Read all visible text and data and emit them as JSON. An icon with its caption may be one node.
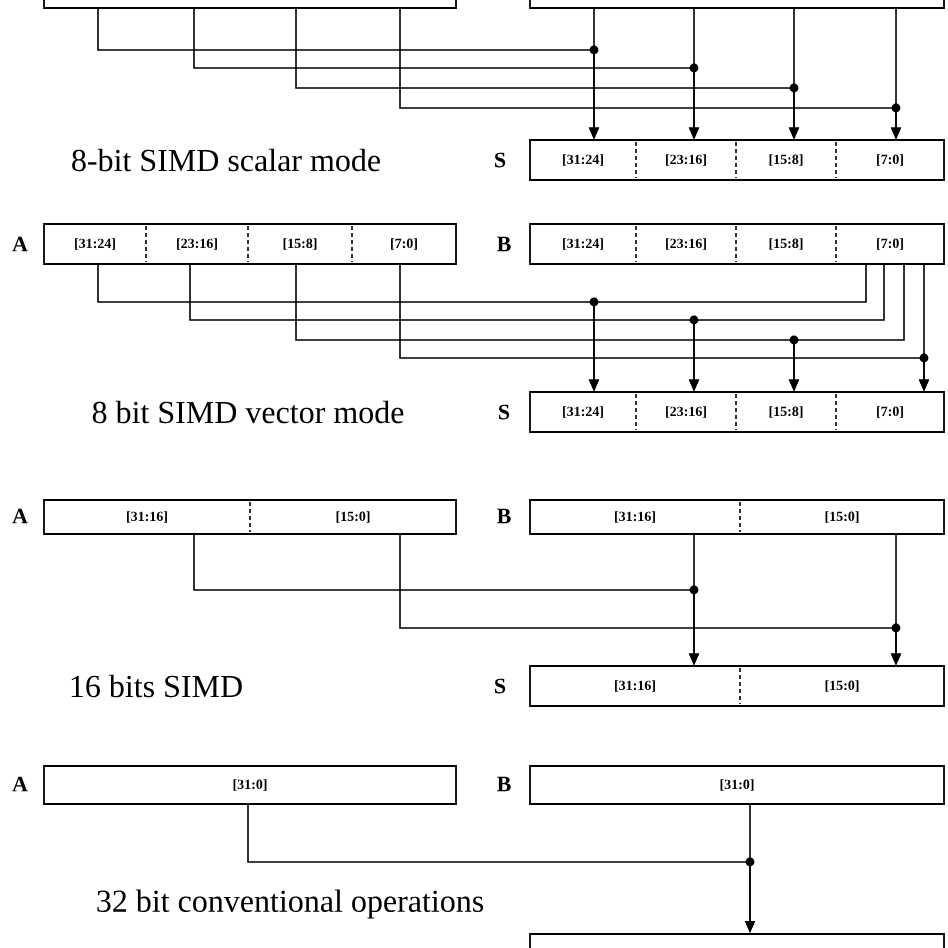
{
  "diagram": {
    "nodes": [
      {
        "text": [],
        "shape": "box"
      },
      {
        "text": [],
        "shape": "box"
      },
      {
        "text": [],
        "shape": "box",
        "beside": [
          "S"
        ]
      },
      {
        "text": [
          "[31:24]"
        ],
        "in": 2
      },
      {
        "text": [
          "[23:16]"
        ],
        "in": 2
      },
      {
        "text": [
          "[15:8]"
        ],
        "in": 2
      },
      {
        "text": [
          "[7:0]"
        ],
        "in": 2
      },
      {
        "text": [],
        "shape": "box",
        "beside": [
          "A"
        ]
      },
      {
        "text": [
          "[31:24]"
        ],
        "in": 7
      },
      {
        "text": [
          "[23:16]"
        ],
        "in": 7
      },
      {
        "text": [
          "[15:8]"
        ],
        "in": 7
      },
      {
        "text": [
          "[7:0]"
        ],
        "in": 7
      },
      {
        "text": [],
        "shape": "box",
        "beside": [
          "B"
        ]
      },
      {
        "text": [
          "[31:24]"
        ],
        "in": 12
      },
      {
        "text": [
          "[23:16]"
        ],
        "in": 12
      },
      {
        "text": [
          "[15:8]"
        ],
        "in": 12
      },
      {
        "text": [
          "[7:0]"
        ],
        "in": 12
      },
      {
        "text": [],
        "shape": "box",
        "beside": [
          "S"
        ]
      },
      {
        "text": [
          "[31:24]"
        ],
        "in": 17
      },
      {
        "text": [
          "[23:16]"
        ],
        "in": 17
      },
      {
        "text": [
          "[15:8]"
        ],
        "in": 17
      },
      {
        "text": [
          "[7:0]"
        ],
        "in": 17
      },
      {
        "text": [],
        "shape": "box",
        "beside": [
          "A"
        ]
      },
      {
        "text": [
          "[31:16]"
        ],
        "in": 22
      },
      {
        "text": [
          "[15:0]"
        ],
        "in": 22
      },
      {
        "text": [],
        "shape": "box",
        "beside": [
          "B"
        ]
      },
      {
        "text": [
          "[31:16]"
        ],
        "in": 25
      },
      {
        "text": [
          "[15:0]"
        ],
        "in": 25
      },
      {
        "text": [],
        "shape": "box",
        "beside": [
          "S"
        ]
      },
      {
        "text": [
          "[31:16]"
        ],
        "in": 28
      },
      {
        "text": [
          "[15:0]"
        ],
        "in": 28
      },
      {
        "text": [],
        "shape": "box",
        "beside": [
          "A"
        ]
      },
      {
        "text": [
          "[31:0]"
        ],
        "in": 31
      },
      {
        "text": [],
        "shape": "box",
        "beside": [
          "B"
        ]
      },
      {
        "text": [
          "[31:0]"
        ],
        "in": 33
      },
      {
        "text": [],
        "shape": "box"
      }
    ],
    "edges": [
      {
        "from": 0,
        "to": 3,
        "arrow": "to"
      },
      {
        "from": 1,
        "to": 3,
        "arrow": "to"
      },
      {
        "from": 0,
        "to": 4,
        "arrow": "to"
      },
      {
        "from": 1,
        "to": 4,
        "arrow": "to"
      },
      {
        "from": 0,
        "to": 5,
        "arrow": "to"
      },
      {
        "from": 1,
        "to": 5,
        "arrow": "to"
      },
      {
        "from": 0,
        "to": 6,
        "arrow": "to"
      },
      {
        "from": 1,
        "to": 6,
        "arrow": "to"
      },
      {
        "from": 8,
        "to": 18,
        "arrow": "to"
      },
      {
        "from": 16,
        "to": 18,
        "arrow": "to"
      },
      {
        "from": 9,
        "to": 19,
        "arrow": "to"
      },
      {
        "from": 16,
        "to": 19,
        "arrow": "to"
      },
      {
        "from": 10,
        "to": 20,
        "arrow": "to"
      },
      {
        "from": 16,
        "to": 20,
        "arrow": "to"
      },
      {
        "from": 11,
        "to": 21,
        "arrow": "to"
      },
      {
        "from": 16,
        "to": 21,
        "arrow": "to"
      },
      {
        "from": 23,
        "to": 29,
        "arrow": "to"
      },
      {
        "from": 26,
        "to": 29,
        "arrow": "to"
      },
      {
        "from": 24,
        "to": 30,
        "arrow": "to"
      },
      {
        "from": 27,
        "to": 30,
        "arrow": "to"
      },
      {
        "from": 32,
        "to": 35,
        "arrow": "to"
      },
      {
        "from": 34,
        "to": 35,
        "arrow": "to"
      }
    ],
    "labels": [
      "8-bit SIMD scalar mode",
      "8 bit SIMD vector mode",
      "16 bits SIMD",
      "32 bit conventional operations"
    ]
  }
}
